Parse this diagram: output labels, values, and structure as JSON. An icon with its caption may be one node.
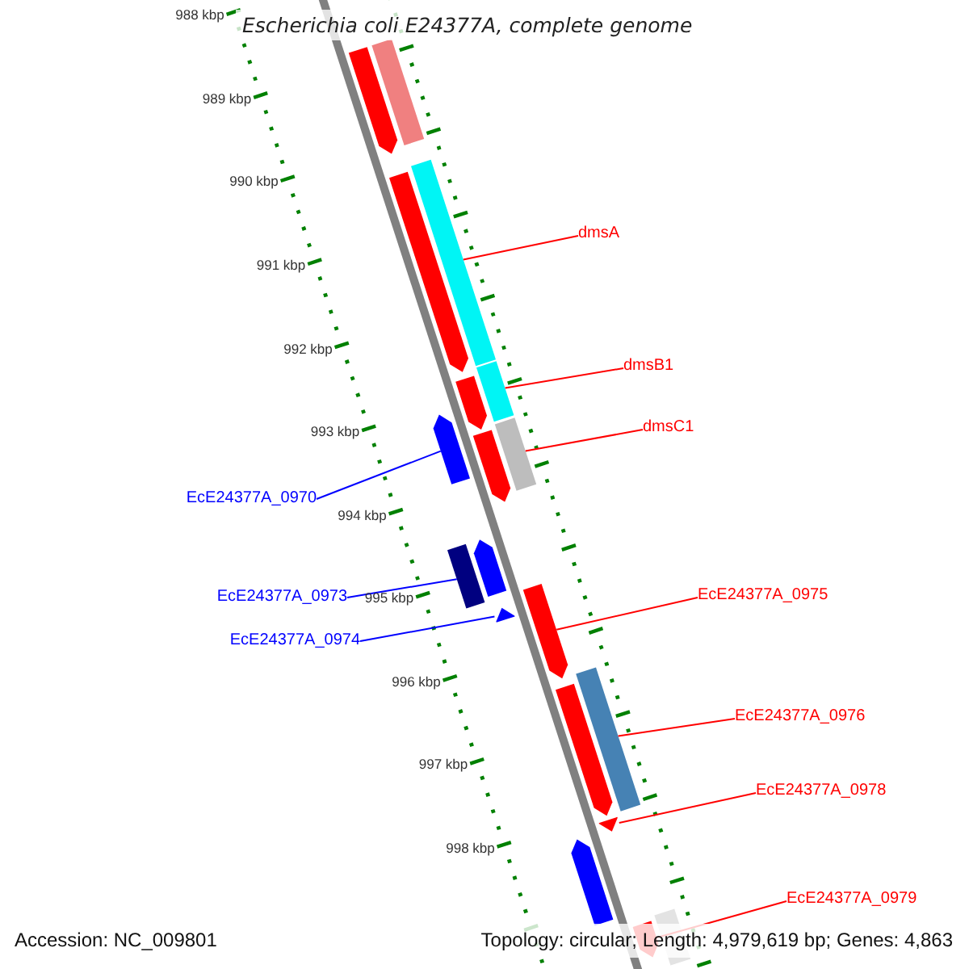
{
  "diagram": {
    "title": "Escherichia coli E24377A, complete genome",
    "nodes": [
      {
        "text": [
          "dmsA"
        ]
      },
      {
        "text": [
          "dmsB1"
        ]
      },
      {
        "text": [
          "dmsC1"
        ]
      },
      {
        "text": [
          "EcE24377A_0970"
        ]
      },
      {
        "text": [
          "EcE24377A_0973"
        ]
      },
      {
        "text": [
          "EcE24377A_0974"
        ]
      },
      {
        "text": [
          "EcE24377A_0975"
        ]
      },
      {
        "text": [
          "EcE24377A_0976"
        ]
      },
      {
        "text": [
          "EcE24377A_0978"
        ]
      },
      {
        "text": [
          "EcE24377A_0979"
        ]
      },
      {
        "text": [],
        "shape": "bar"
      },
      {
        "text": [],
        "shape": "bar"
      },
      {
        "text": [],
        "shape": "bar"
      },
      {
        "text": [],
        "shape": "bar"
      },
      {
        "text": [],
        "shape": "bar"
      },
      {
        "text": [],
        "shape": "bar"
      },
      {
        "text": [],
        "shape": "bar"
      },
      {
        "text": [],
        "shape": "bar"
      },
      {
        "text": [],
        "shape": "bar"
      },
      {
        "text": [],
        "shape": "bar"
      },
      {
        "text": [],
        "shape": "bar"
      },
      {
        "text": [],
        "shape": "bar"
      },
      {
        "text": [],
        "shape": "bar"
      },
      {
        "text": [],
        "shape": "bar"
      },
      {
        "text": [],
        "shape": "bar"
      },
      {
        "text": [],
        "shape": "bar"
      },
      {
        "text": [],
        "shape": "bar"
      },
      {
        "text": [],
        "shape": "bar"
      },
      {
        "text": [],
        "shape": "bar"
      }
    ],
    "edges": [
      {
        "from": 0,
        "to": 10,
        "arrow": "none"
      },
      {
        "from": 1,
        "to": 11,
        "arrow": "none"
      },
      {
        "from": 2,
        "to": 12,
        "arrow": "none"
      },
      {
        "from": 3,
        "to": 13,
        "arrow": "none",
        "color": "#0000ff"
      },
      {
        "from": 4,
        "to": 14,
        "arrow": "none",
        "color": "#0000ff"
      },
      {
        "from": 5,
        "to": 15,
        "arrow": "none",
        "color": "#0000ff"
      },
      {
        "from": 6,
        "to": 16,
        "arrow": "none"
      },
      {
        "from": 7,
        "to": 17,
        "arrow": "none"
      },
      {
        "from": 8,
        "to": 18,
        "arrow": "none"
      },
      {
        "from": 9,
        "to": 19,
        "arrow": "none"
      }
    ],
    "labels": [
      "988 kbp",
      "989 kbp",
      "990 kbp",
      "991 kbp",
      "992 kbp",
      "993 kbp",
      "994 kbp",
      "995 kbp",
      "996 kbp",
      "997 kbp",
      "998 kbp",
      "Accession: NC_009801",
      "Topology: circular; Length: 4,979,619 bp; Genes: 4,863"
    ]
  }
}
